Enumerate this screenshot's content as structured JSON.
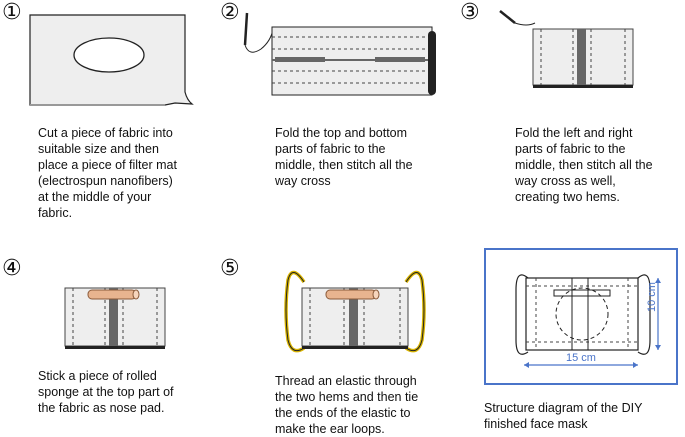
{
  "steps": [
    {
      "number": "①",
      "caption": "Cut a piece of fabric into\nsuitable size and then\nplace a piece of filter mat\n(electrospun nanofibers)\nat the middle of your\nfabric."
    },
    {
      "number": "②",
      "caption": "Fold the top and bottom\nparts of fabric to the\nmiddle, then stitch all the\nway cross"
    },
    {
      "number": "③",
      "caption": "Fold the left and right\nparts of fabric to the\nmiddle, then stitch all the\nway cross as well,\ncreating two hems."
    },
    {
      "number": "④",
      "caption": "Stick a piece of rolled\nsponge at the top part of\nthe fabric as nose pad."
    },
    {
      "number": "⑤",
      "caption": "Thread an elastic through\nthe two hems and then tie\nthe ends of the elastic to\nmake the ear loops."
    }
  ],
  "structure": {
    "caption": "Structure diagram of the DIY\nfinished face mask",
    "width_label": "15 cm",
    "height_label": "10 cm",
    "frame_color": "#4a74c9",
    "dimension_color": "#4a74c9"
  },
  "colors": {
    "fabric": "#eeeeee",
    "stripe": "#555555",
    "elastic": "#d9b400",
    "sponge": "#e8b48f"
  }
}
